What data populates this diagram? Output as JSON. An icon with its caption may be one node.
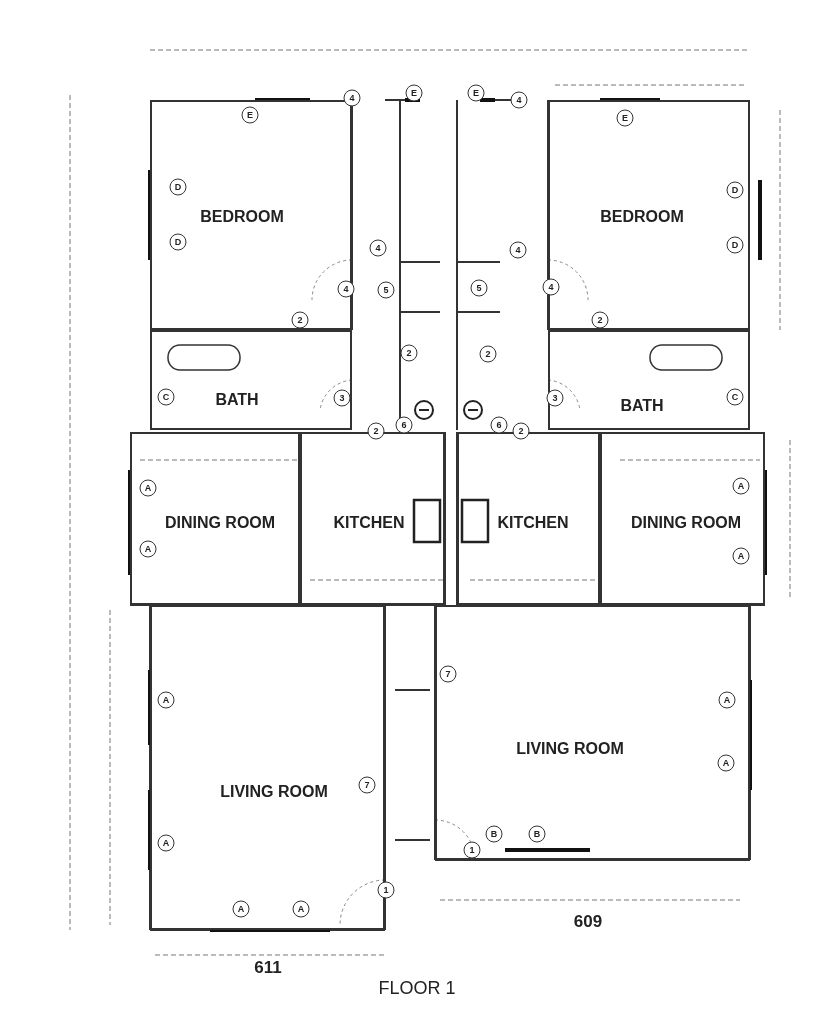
{
  "diagram": {
    "caption": "FLOOR 1",
    "nodes": [
      {
        "text": [
          "BEDROOM"
        ]
      },
      {
        "text": [
          "BEDROOM"
        ]
      },
      {
        "text": [
          "BATH"
        ]
      },
      {
        "text": [
          "BATH"
        ]
      },
      {
        "text": [
          "DINING ROOM"
        ]
      },
      {
        "text": [
          "KITCHEN"
        ]
      },
      {
        "text": [
          "KITCHEN"
        ]
      },
      {
        "text": [
          "DINING ROOM"
        ]
      },
      {
        "text": [
          "LIVING ROOM"
        ]
      },
      {
        "text": [
          "LIVING ROOM"
        ]
      }
    ],
    "labels": [
      "4",
      "E",
      "E",
      "4",
      "E",
      "E",
      "D",
      "D",
      "D",
      "D",
      "4",
      "4",
      "4",
      "5",
      "5",
      "4",
      "2",
      "2",
      "2",
      "2",
      "C",
      "3",
      "3",
      "C",
      "6",
      "6",
      "2",
      "2",
      "A",
      "A",
      "A",
      "A",
      "7",
      "A",
      "A",
      "A",
      "7",
      "A",
      "B",
      "B",
      "1",
      "1",
      "A",
      "A",
      "611",
      "609"
    ]
  }
}
